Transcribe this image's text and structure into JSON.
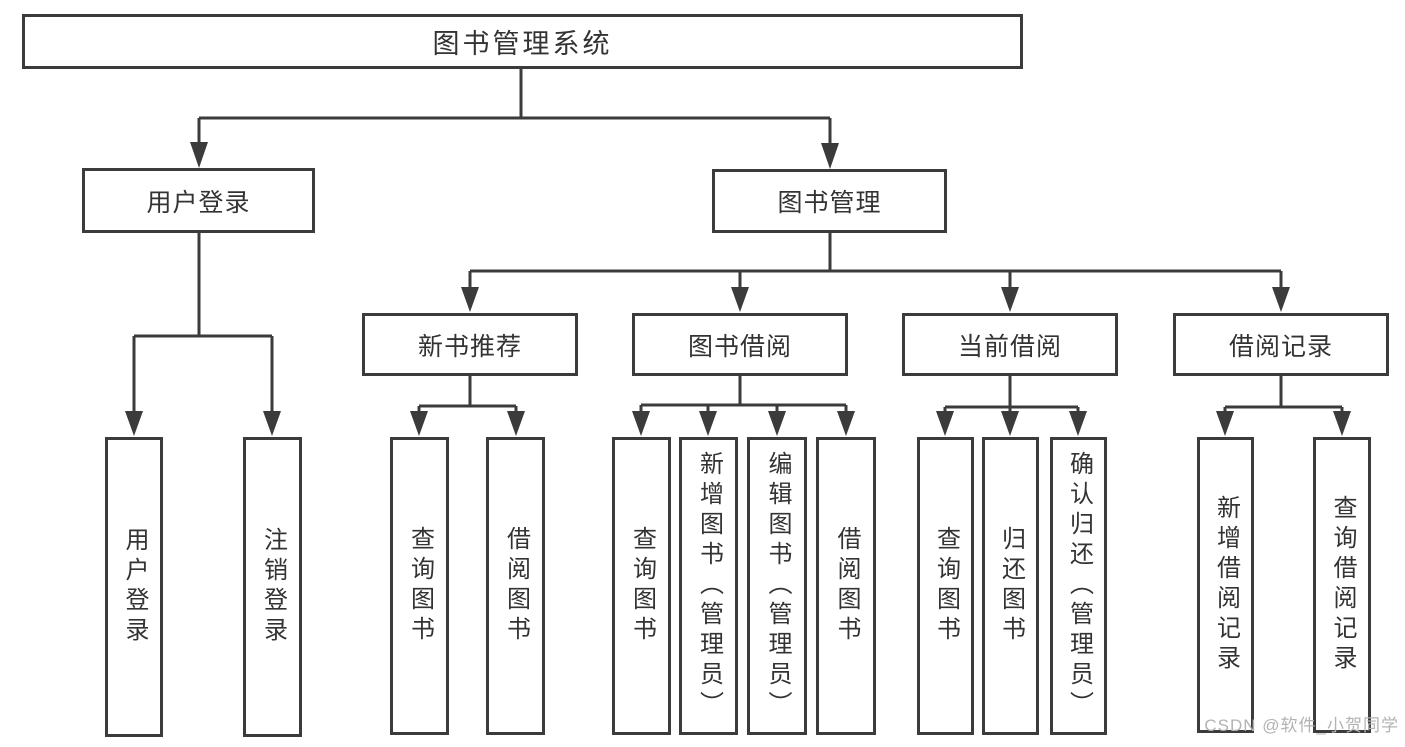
{
  "tree": {
    "root": {
      "label": "图书管理系统",
      "children": [
        {
          "label": "用户登录",
          "children": [
            {
              "label": "用户登录"
            },
            {
              "label": "注销登录"
            }
          ]
        },
        {
          "label": "图书管理",
          "children": [
            {
              "label": "新书推荐",
              "children": [
                {
                  "label": "查询图书"
                },
                {
                  "label": "借阅图书"
                }
              ]
            },
            {
              "label": "图书借阅",
              "children": [
                {
                  "label": "查询图书"
                },
                {
                  "label": "新增图书（管理员）"
                },
                {
                  "label": "编辑图书（管理员）"
                },
                {
                  "label": "借阅图书"
                }
              ]
            },
            {
              "label": "当前借阅",
              "children": [
                {
                  "label": "查询图书"
                },
                {
                  "label": "归还图书"
                },
                {
                  "label": "确认归还（管理员）"
                }
              ]
            },
            {
              "label": "借阅记录",
              "children": [
                {
                  "label": "新增借阅记录"
                },
                {
                  "label": "查询借阅记录"
                }
              ]
            }
          ]
        }
      ]
    }
  },
  "watermark": {
    "text": "CSDN @软件_小贺同学"
  },
  "colors": {
    "line": "#3b3b3b",
    "text": "#333333",
    "background": "#ffffff",
    "watermark": "#b3b3b3"
  }
}
